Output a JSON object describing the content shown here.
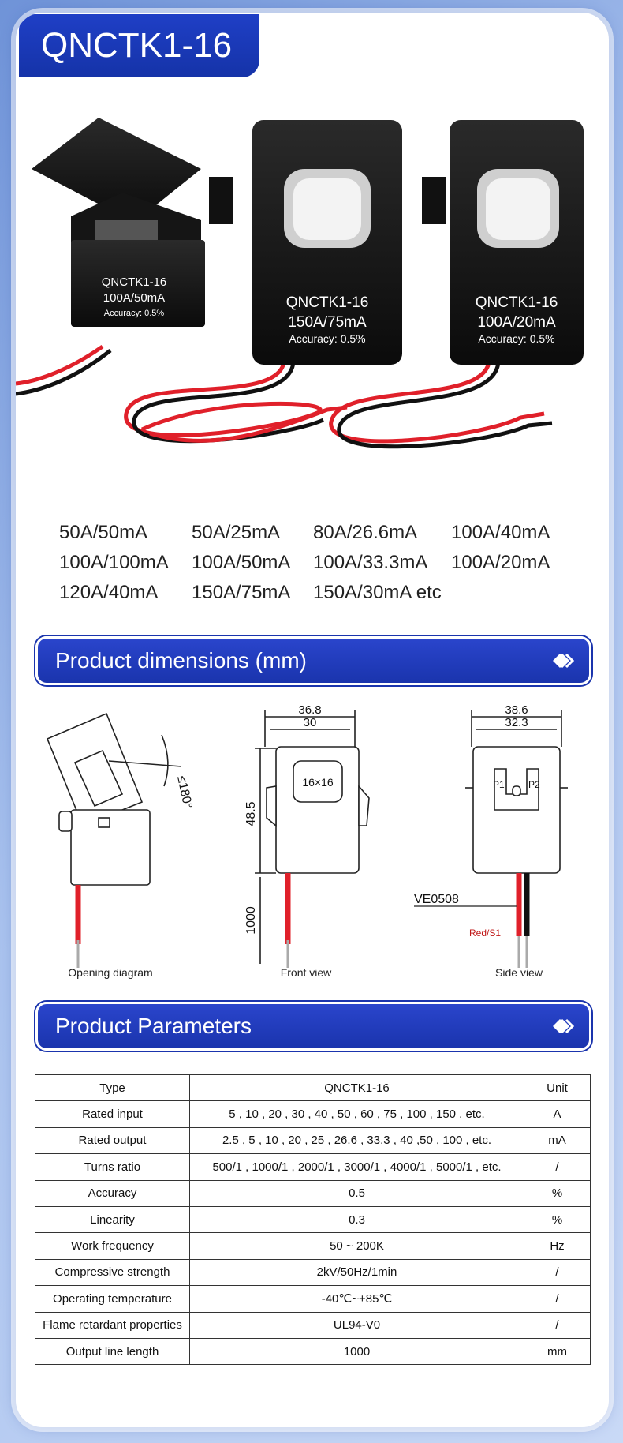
{
  "title": "QNCTK1-16",
  "products": [
    {
      "model": "QNCTK1-16",
      "rating": "100A/50mA",
      "accuracy": "Accuracy: 0.5%"
    },
    {
      "model": "QNCTK1-16",
      "rating": "150A/75mA",
      "accuracy": "Accuracy: 0.5%"
    },
    {
      "model": "QNCTK1-16",
      "rating": "100A/20mA",
      "accuracy": "Accuracy: 0.5%"
    }
  ],
  "ratings": [
    [
      "50A/50mA",
      "50A/25mA",
      "80A/26.6mA",
      "100A/40mA"
    ],
    [
      "100A/100mA",
      "100A/50mA",
      "100A/33.3mA",
      "100A/20mA"
    ],
    [
      "120A/40mA",
      "150A/75mA",
      "150A/30mA  etc",
      ""
    ]
  ],
  "sections": {
    "dimensions": "Product dimensions (mm)",
    "parameters": "Product Parameters"
  },
  "diagram": {
    "opening_angle": "≤180°",
    "front_w_outer": "36.8",
    "front_w_inner": "30",
    "front_hole": "16×16",
    "front_height": "48.5",
    "lead_length": "1000",
    "side_w_outer": "38.6",
    "side_w_inner": "32.3",
    "p1": "P1",
    "p2": "P2",
    "terminal": "VE0508",
    "red_label": "Red/S1",
    "captions": [
      "Opening diagram",
      "Front view",
      "Side view"
    ]
  },
  "table": {
    "rows": [
      [
        "Type",
        "QNCTK1-16",
        "Unit"
      ],
      [
        "Rated input",
        "5 , 10 , 20 , 30 , 40 , 50 , 60 , 75 , 100 , 150 , etc.",
        "A"
      ],
      [
        "Rated output",
        "2.5 , 5 , 10 , 20 , 25 , 26.6 , 33.3 , 40 ,50 , 100 , etc.",
        "mA"
      ],
      [
        "Turns ratio",
        "500/1 , 1000/1 , 2000/1 , 3000/1 , 4000/1 , 5000/1 , etc.",
        "/"
      ],
      [
        "Accuracy",
        "0.5",
        "%"
      ],
      [
        "Linearity",
        "0.3",
        "%"
      ],
      [
        "Work frequency",
        "50 ~ 200K",
        "Hz"
      ],
      [
        "Compressive strength",
        "2kV/50Hz/1min",
        "/"
      ],
      [
        "Operating temperature",
        "-40℃~+85℃",
        "/"
      ],
      [
        "Flame retardant properties",
        "UL94-V0",
        "/"
      ],
      [
        "Output line length",
        "1000",
        "mm"
      ]
    ]
  },
  "colors": {
    "brand_blue": "#1a34ad",
    "wire_red": "#e0202a"
  }
}
